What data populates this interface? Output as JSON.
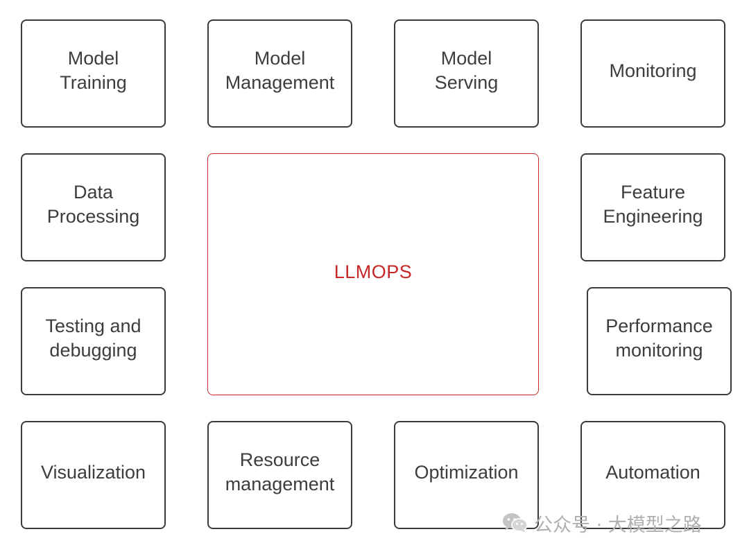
{
  "diagram": {
    "center": {
      "label": "LLMOPS"
    },
    "boxes": {
      "model_training": "Model\nTraining",
      "model_management": "Model\nManagement",
      "model_serving": "Model\nServing",
      "monitoring": "Monitoring",
      "data_processing": "Data\nProcessing",
      "feature_engineering": "Feature\nEngineering",
      "testing_debugging": "Testing and\ndebugging",
      "performance_monitoring": "Performance\nmonitoring",
      "visualization": "Visualization",
      "resource_management": "Resource\nmanagement",
      "optimization": "Optimization",
      "automation": "Automation"
    }
  },
  "watermark": {
    "icon": "wechat-icon",
    "text": "公众号 · 大模型之路"
  },
  "colors": {
    "box_border": "#3a3a3a",
    "text": "#3d3d3d",
    "center_accent": "#c62828",
    "watermark": "#b0b0b0"
  }
}
